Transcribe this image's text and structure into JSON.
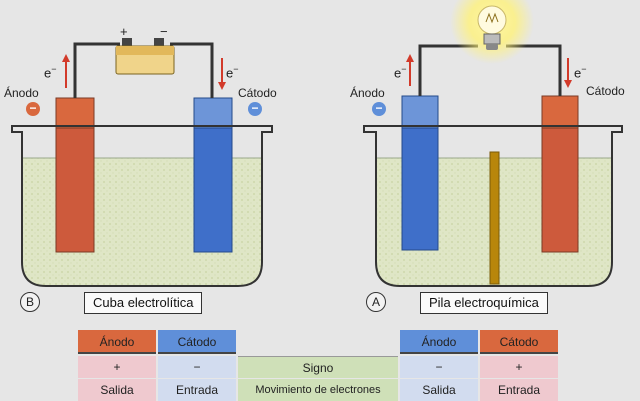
{
  "colors": {
    "anode_metal": "#cd5a3c",
    "cathode_metal": "#3f6fc9",
    "solution": "#dfe6c6",
    "bridge": "#b8860b",
    "arrow": "#d23a2a",
    "anode_header": "#d9683e",
    "cathode_header": "#5f8fd9",
    "pink_cell": "#efc9cf",
    "blue_cell": "#d2dcef",
    "green_cell": "#cfe0b8"
  },
  "left_cell": {
    "letter": "B",
    "caption": "Cuba electrolítica",
    "anode_label": "Ánodo",
    "cathode_label": "Cátodo",
    "anode_sign": "−",
    "cathode_sign": "−",
    "electron_label": "e",
    "electron_sup": "−",
    "battery_plus": "+",
    "battery_minus": "−"
  },
  "right_cell": {
    "letter": "A",
    "caption": "Pila electroquímica",
    "anode_label": "Ánodo",
    "cathode_label": "Cátodo",
    "anode_sign": "−",
    "electron_label": "e",
    "electron_sup": "−"
  },
  "legend": {
    "left": {
      "anode_header": "Ánodo",
      "cathode_header": "Cátodo",
      "anode_sign": "+",
      "cathode_sign": "−",
      "anode_flow": "Salida",
      "cathode_flow": "Entrada"
    },
    "middle": {
      "sign_label": "Signo",
      "flow_label": "Movimiento de electrones"
    },
    "right": {
      "anode_header": "Ánodo",
      "cathode_header": "Cátodo",
      "anode_sign": "−",
      "cathode_sign": "+",
      "anode_flow": "Salida",
      "cathode_flow": "Entrada"
    }
  }
}
